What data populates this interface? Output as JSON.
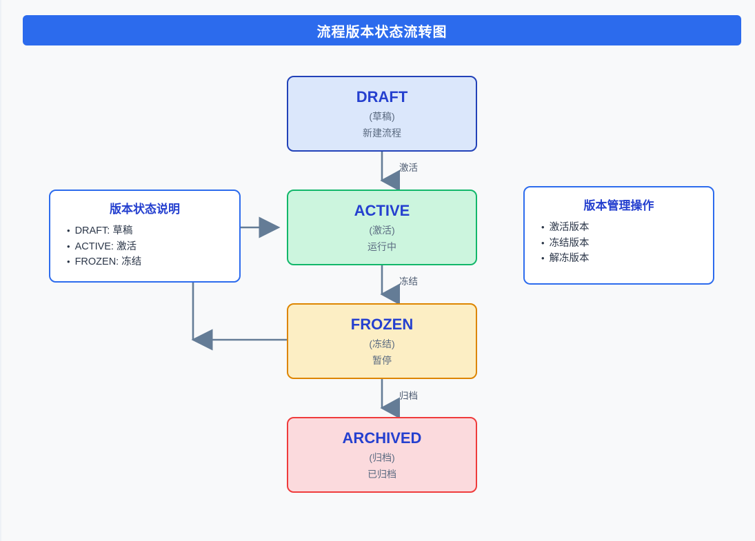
{
  "header": {
    "title": "流程版本状态流转图",
    "bar_color": "#2c6bed",
    "text_color": "#ffffff"
  },
  "diagram": {
    "type": "state-flow",
    "nodes": [
      {
        "id": "draft",
        "title": "DRAFT",
        "subtitle": "(草稿)",
        "description": "新建流程",
        "fill": "#dbe7fb",
        "border": "#2242b8"
      },
      {
        "id": "active",
        "title": "ACTIVE",
        "subtitle": "(激活)",
        "description": "运行中",
        "fill": "#ccf5de",
        "border": "#12b76a"
      },
      {
        "id": "frozen",
        "title": "FROZEN",
        "subtitle": "(冻结)",
        "description": "暂停",
        "fill": "#fceec4",
        "border": "#dd8500"
      },
      {
        "id": "archived",
        "title": "ARCHIVED",
        "subtitle": "(归档)",
        "description": "已归档",
        "fill": "#fbdadd",
        "border": "#ef3b3b"
      }
    ],
    "edges": [
      {
        "from": "draft",
        "to": "active",
        "label": "激活"
      },
      {
        "from": "active",
        "to": "frozen",
        "label": "冻结"
      },
      {
        "from": "frozen",
        "to": "archived",
        "label": "归档"
      },
      {
        "from": "legend-panel",
        "to": "active",
        "label": ""
      },
      {
        "from": "frozen",
        "to": "legend-panel",
        "label": ""
      }
    ],
    "edge_color": "#647c96"
  },
  "legend_panel": {
    "title": "版本状态说明",
    "items": [
      "DRAFT: 草稿",
      "ACTIVE: 激活",
      "FROZEN: 冻结"
    ]
  },
  "operations_panel": {
    "title": "版本管理操作",
    "items": [
      "激活版本",
      "冻结版本",
      "解冻版本"
    ]
  }
}
